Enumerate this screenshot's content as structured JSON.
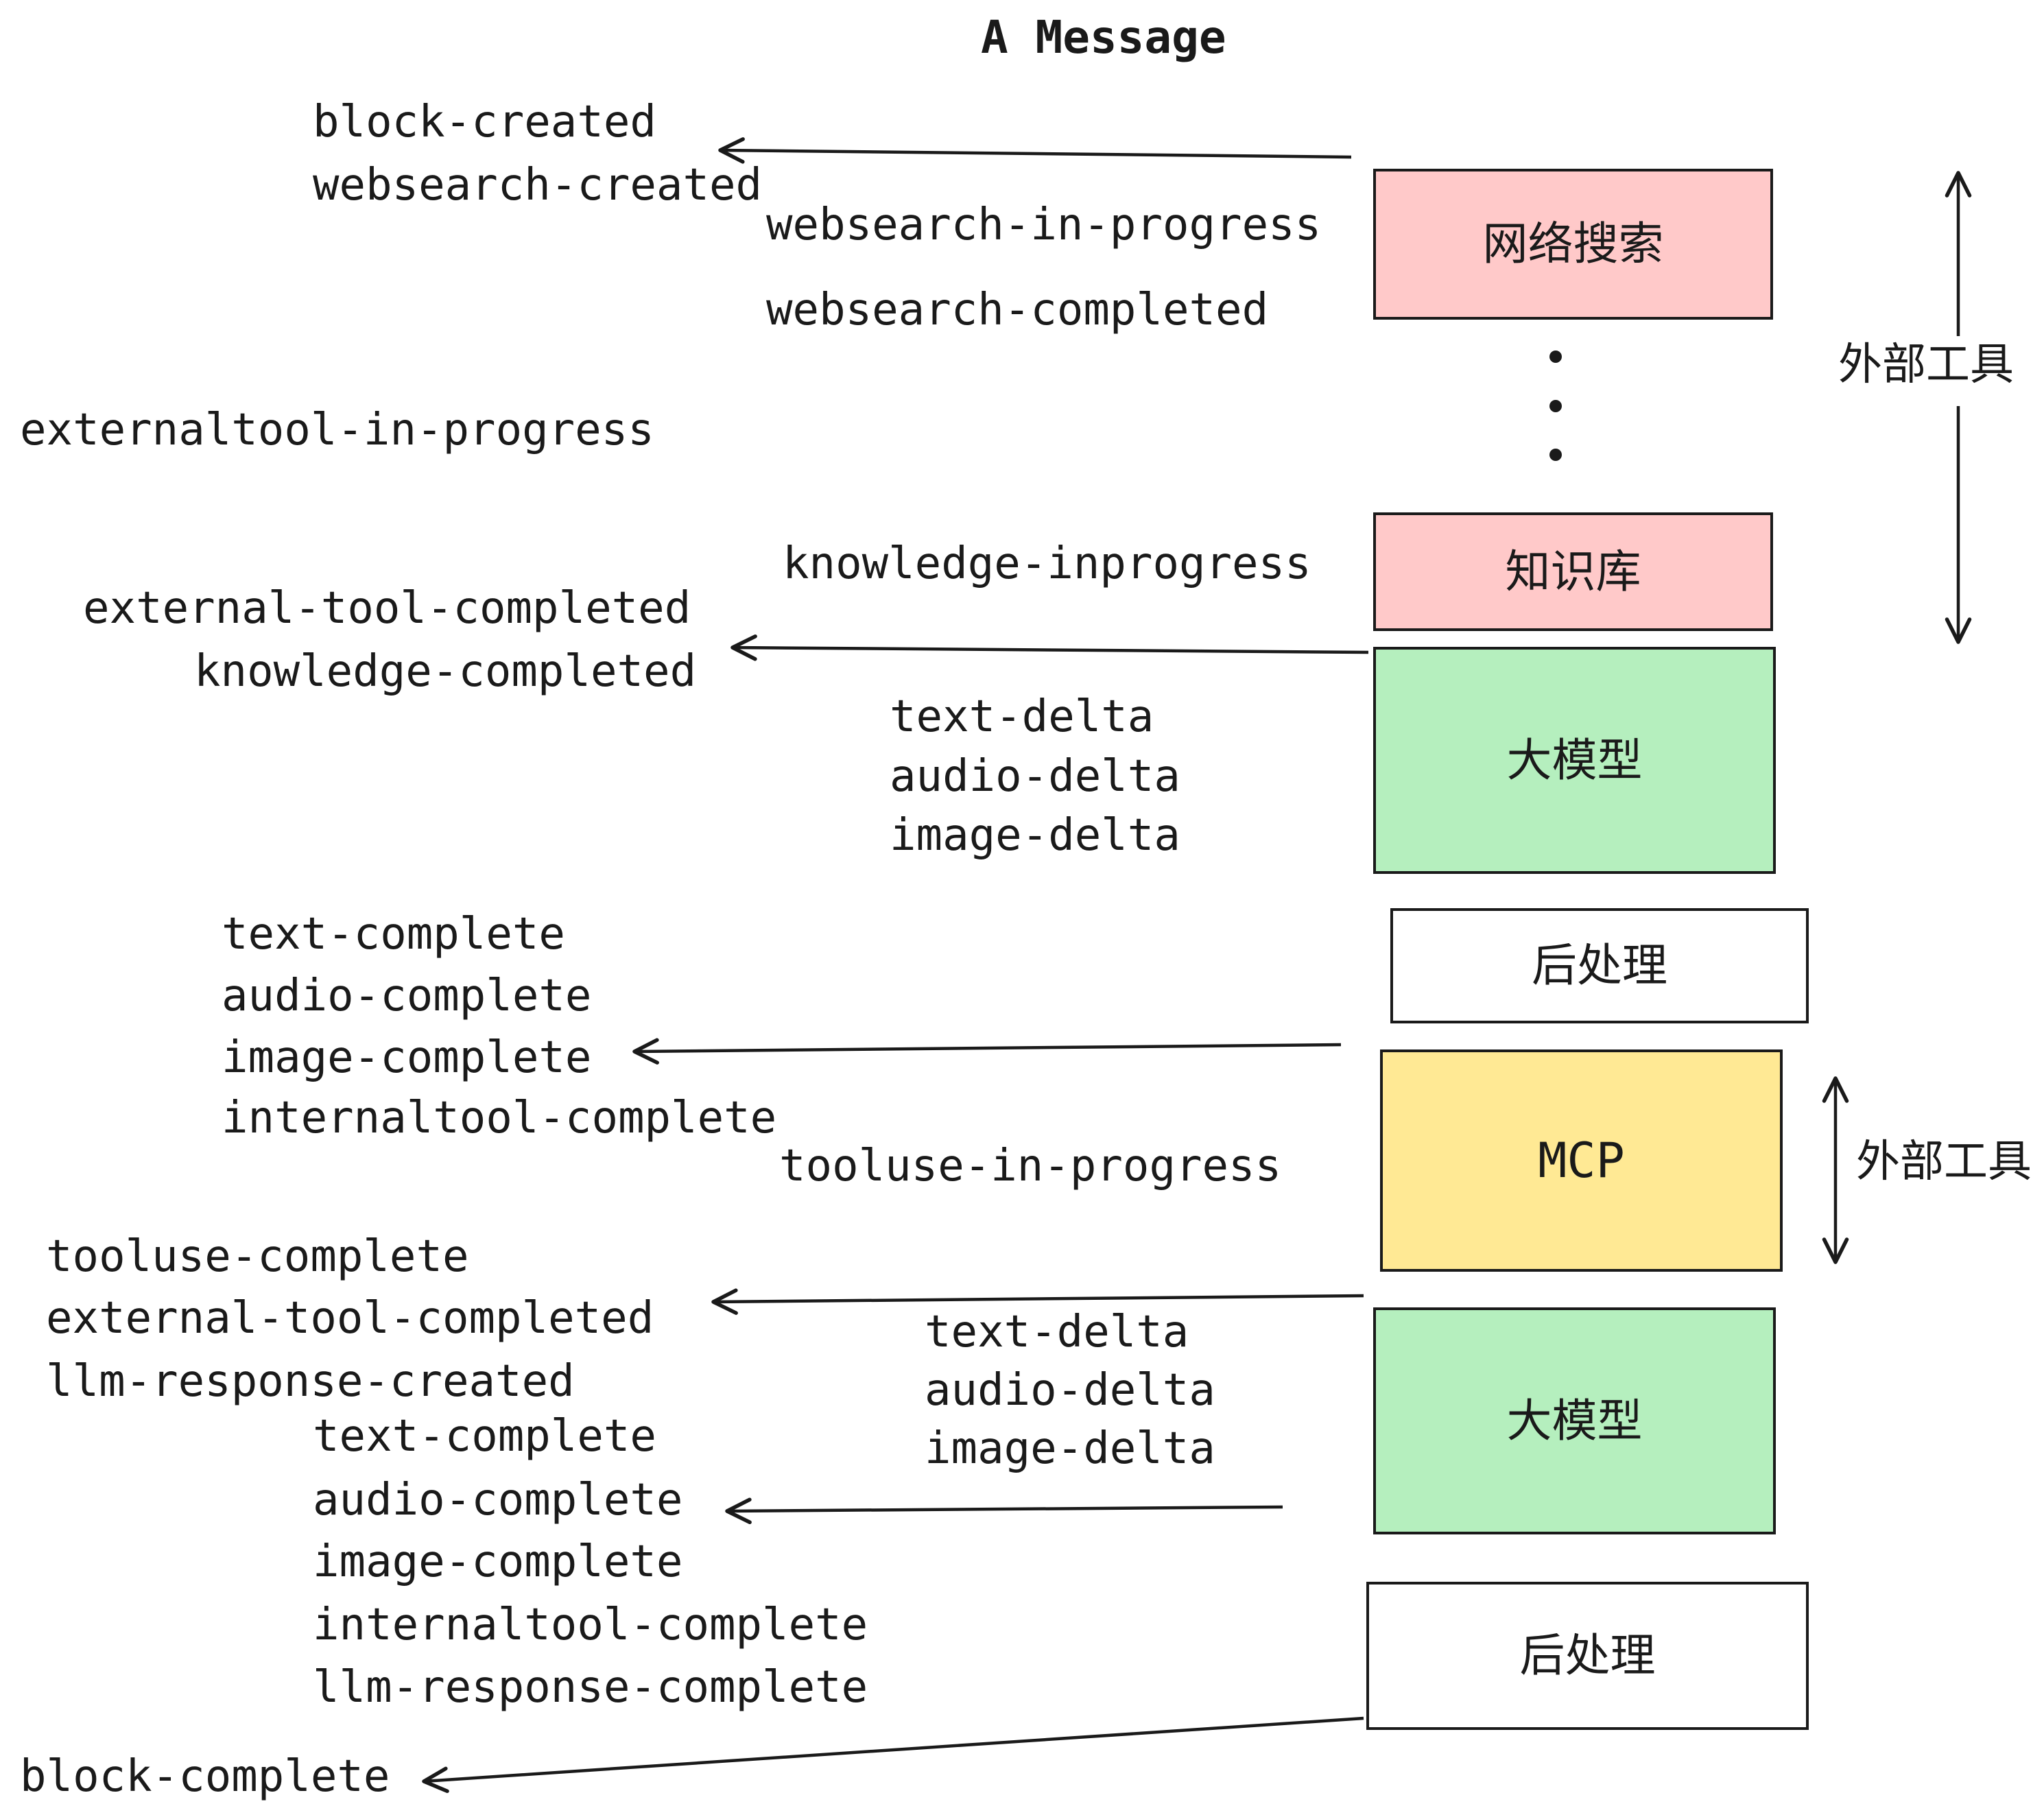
{
  "title": "A Message",
  "colors": {
    "ink": "#1a1a1a",
    "pink": "#ffc9c9",
    "green": "#b5efbe",
    "yellow": "#ffe994",
    "white": "#ffffff"
  },
  "boxes": {
    "websearch": {
      "label": "网络搜索",
      "color": "#ffc9c9"
    },
    "knowledge": {
      "label": "知识库",
      "color": "#ffc9c9"
    },
    "llm_top": {
      "label": "大模型",
      "color": "#b5efbe"
    },
    "post_top": {
      "label": "后处理",
      "color": "#ffffff"
    },
    "mcp": {
      "label": "MCP",
      "color": "#ffe994"
    },
    "llm_bottom": {
      "label": "大模型",
      "color": "#b5efbe"
    },
    "post_bottom": {
      "label": "后处理",
      "color": "#ffffff"
    }
  },
  "annotations": {
    "external_tools_top": "外部工具",
    "external_tools_bottom": "外部工具"
  },
  "events": {
    "block_created": "block-created",
    "websearch_created": "websearch-created",
    "websearch_in_progress": "websearch-in-progress",
    "websearch_completed": "websearch-completed",
    "externaltool_in_progress": "externaltool-in-progress",
    "knowledge_inprogress": "knowledge-inprogress",
    "external_tool_completed_1": "external-tool-completed",
    "knowledge_completed": "knowledge-completed",
    "text_delta_1": "text-delta",
    "audio_delta_1": "audio-delta",
    "image_delta_1": "image-delta",
    "text_complete_1": "text-complete",
    "audio_complete_1": "audio-complete",
    "image_complete_1": "image-complete",
    "internaltool_complete_1": "internaltool-complete",
    "tooluse_in_progress": "tooluse-in-progress",
    "tooluse_complete": "tooluse-complete",
    "external_tool_completed_2": "external-tool-completed",
    "llm_response_created": "llm-response-created",
    "text_delta_2": "text-delta",
    "audio_delta_2": "audio-delta",
    "image_delta_2": "image-delta",
    "text_complete_2": "text-complete",
    "audio_complete_2": "audio-complete",
    "image_complete_2": "image-complete",
    "internaltool_complete_2": "internaltool-complete",
    "llm_response_complete": "llm-response-complete",
    "block_complete": "block-complete"
  }
}
